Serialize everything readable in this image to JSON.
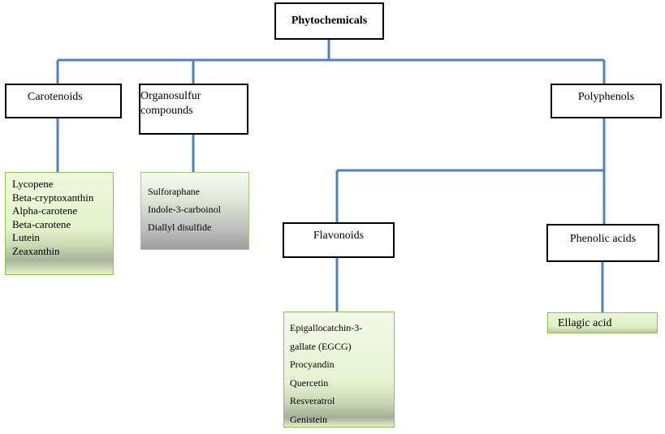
{
  "diagram": {
    "root": "Phytochemicals",
    "carotenoids": {
      "label": "Carotenoids",
      "items": [
        "Lycopene",
        "Beta-cryptoxanthin",
        "Alpha-carotene",
        "Beta-carotene",
        "Lutein",
        "Zeaxanthin"
      ]
    },
    "organosulfur": {
      "label_line1": "Organosulfur",
      "label_line2": "compounds",
      "items": [
        "Sulforaphane",
        "Indole-3-carboinol",
        "Diallyl disulfide"
      ]
    },
    "polyphenols": {
      "label": "Polyphenols"
    },
    "flavonoids": {
      "label": "Flavonoids",
      "items": [
        "Epigallocatchin-3-",
        "gallate (EGCG)",
        "Procyandin",
        "Quercetin",
        "Resveratrol",
        "Genistein"
      ]
    },
    "phenolic_acids": {
      "label": "Phenolic acids",
      "items": [
        "Ellagic acid"
      ]
    }
  },
  "colors": {
    "connector": "#4f81bd",
    "box_border": "#000000",
    "list_border": "#8fbf55"
  }
}
